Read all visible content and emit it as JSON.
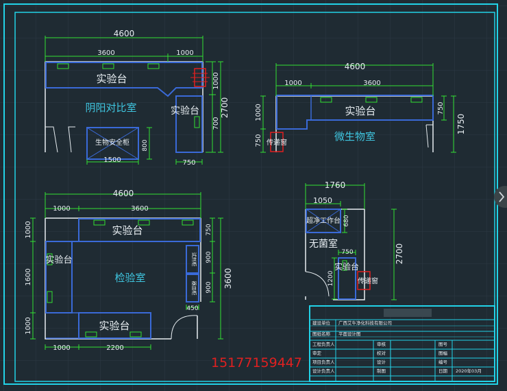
{
  "rooms": {
    "yinyang": {
      "name": "阴阳对比室",
      "bench_top": "实验台",
      "bench_right": "实验台",
      "cabinet": "生物安全柜",
      "dims": {
        "total": "4600",
        "left": "3600",
        "right": "1000",
        "h_total": "2700",
        "h_top": "1000",
        "h_bottom": "700",
        "cab_w": "1500",
        "cab_h": "800",
        "bench_w": "750"
      }
    },
    "micro": {
      "name": "微生物室",
      "bench": "实验台",
      "pass_box": "传递窗",
      "dims": {
        "total": "4600",
        "left": "1000",
        "right": "3600",
        "h_total": "1750",
        "h_top": "750",
        "h_left1": "1000",
        "h_left2": "750"
      }
    },
    "inspection": {
      "name": "检验室",
      "bench_top": "实验台",
      "bench_left": "实验台",
      "bench_bottom": "实验台",
      "side_cab1": "试剂柜",
      "side_cab2": "器皿柜",
      "dims": {
        "total": "4600",
        "left": "1000",
        "right": "3600",
        "h_total": "3600",
        "left_a": "1000",
        "left_b": "1600",
        "left_c": "1000",
        "right_a": "750",
        "right_b": "900",
        "right_c": "900",
        "bottom_left": "1000",
        "bottom_mid": "2200",
        "door": "450"
      }
    },
    "sterile": {
      "name": "无菌室",
      "clean_bench": "超净工作台",
      "bench": "实验台",
      "pass_box": "传递窗",
      "dims": {
        "total": "1760",
        "clean_w": "1050",
        "clean_h": "680",
        "h_total": "2700",
        "bench_w": "750",
        "bench_h": "1200"
      }
    }
  },
  "title_block": {
    "rows": [
      {
        "label": "建设单位",
        "value": "广西艾牛净化科技有限公司",
        "k1": "",
        "v1": "",
        "k2": "",
        "v2": ""
      },
      {
        "label": "图纸名称",
        "value": "平面设计图",
        "k1": "",
        "v1": "",
        "k2": "",
        "v2": ""
      },
      {
        "label": "工程负责人",
        "value": "",
        "k1": "审核",
        "v1": "",
        "k2": "图号",
        "v2": ""
      },
      {
        "label": "审定",
        "value": "",
        "k1": "校对",
        "v1": "",
        "k2": "图幅",
        "v2": ""
      },
      {
        "label": "项目负责人",
        "value": "",
        "k1": "设计",
        "v1": "",
        "k2": "编号",
        "v2": ""
      },
      {
        "label": "设计负责人",
        "value": "",
        "k1": "制图",
        "v1": "",
        "k2": "日期",
        "v2": "2020年03月"
      }
    ]
  },
  "phone": "15177159447",
  "colors": {
    "bg": "#1f2b33",
    "frame": "#22d3e8",
    "wall": "#3a6ad8",
    "dim": "#33e033",
    "text": "#e8eef2",
    "room_text": "#3fc6e0",
    "red": "#e02020"
  }
}
